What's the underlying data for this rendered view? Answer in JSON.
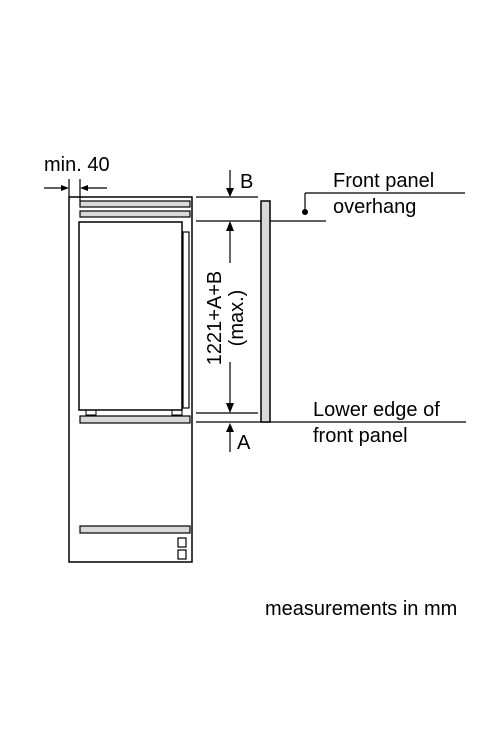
{
  "labels": {
    "min_clearance": "min. 40",
    "dim_b": "B",
    "dim_a": "A",
    "front_panel_line1": "Front panel",
    "front_panel_line2": "overhang",
    "height_main": "1221+A+B",
    "height_max": "(max.)",
    "lower_edge_line1": "Lower edge of",
    "lower_edge_line2": "front panel",
    "units_note": "measurements in mm"
  },
  "colors": {
    "stroke": "#000000",
    "shelf_fill": "#d9d9d9",
    "panel_fill": "#d9d9d9"
  }
}
